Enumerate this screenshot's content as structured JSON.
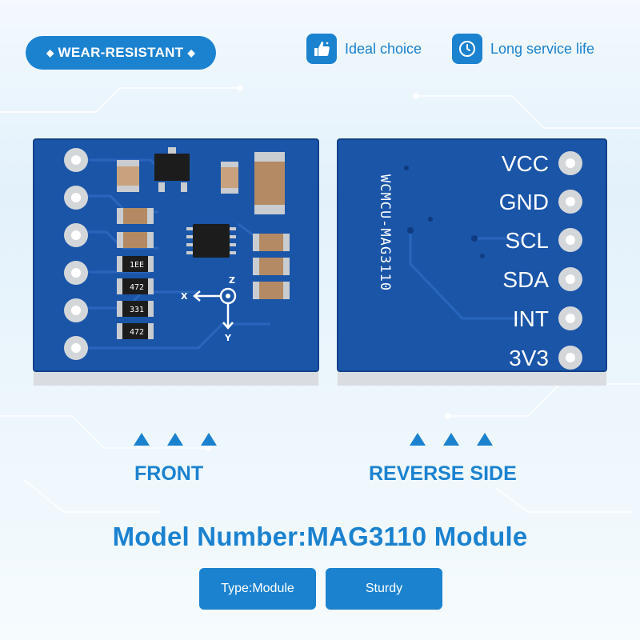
{
  "top_bar": {
    "badge_label": "WEAR-RESISTANT",
    "features": [
      {
        "icon": "thumbs-up-icon",
        "label": "Ideal choice"
      },
      {
        "icon": "clock-icon",
        "label": "Long service life"
      }
    ]
  },
  "front_board": {
    "resistor_codes": [
      "1EE",
      "472",
      "331",
      "472"
    ],
    "axis_labels": {
      "x": "X",
      "y": "Y",
      "z": "Z"
    }
  },
  "back_board": {
    "silkscreen": "WCMCU-MAG3110",
    "pins": [
      "VCC",
      "GND",
      "SCL",
      "SDA",
      "INT",
      "3V3"
    ]
  },
  "captions": {
    "front": "FRONT",
    "reverse": "REVERSE SIDE"
  },
  "product": {
    "model_line": "Model Number:MAG3110 Module",
    "tags": [
      "Type:Module",
      "Sturdy"
    ]
  },
  "colors": {
    "accent": "#1b82d0",
    "pcb_blue": "#1a55a8",
    "pcb_dark": "#154a95",
    "background": "#eaf5fc"
  }
}
